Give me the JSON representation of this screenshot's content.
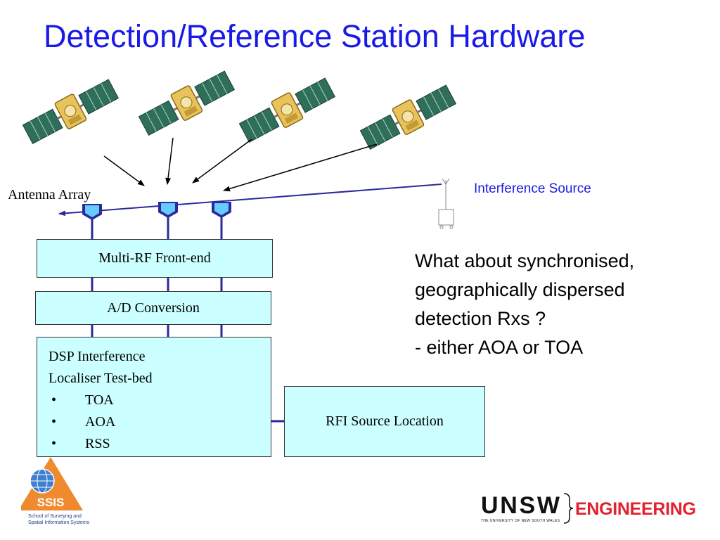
{
  "title": "Detection/Reference Station Hardware",
  "labels": {
    "antenna_array": "Antenna Array",
    "interference_source": "Interference Source"
  },
  "blocks": {
    "front_end": "Multi-RF Front-end",
    "ad_conversion": "A/D Conversion",
    "dsp_title_line1": "DSP Interference",
    "dsp_title_line2": "Localiser Test-bed",
    "dsp_items": [
      "TOA",
      "AOA",
      "RSS"
    ],
    "rfi_location": "RFI Source Location"
  },
  "question": {
    "line1": "What about synchronised,",
    "line2": "geographically dispersed",
    "line3": "detection Rxs ?",
    "line4": "- either AOA or TOA"
  },
  "logos": {
    "ssis_acronym": "SSIS",
    "ssis_line1": "School of Surveying and",
    "ssis_line2": "Spatial Information Systems",
    "unsw_name": "UNSW",
    "unsw_subtitle": "THE UNIVERSITY OF NEW SOUTH WALES",
    "unsw_faculty": "ENGINEERING"
  },
  "colors": {
    "title": "#1a1ae6",
    "box_fill": "#ccffff",
    "wire": "#2a2a9a",
    "unsw_red": "#e0212e"
  },
  "icons": [
    "satellite-icon",
    "antenna-element-icon",
    "interference-transmitter-icon",
    "globe-icon"
  ]
}
